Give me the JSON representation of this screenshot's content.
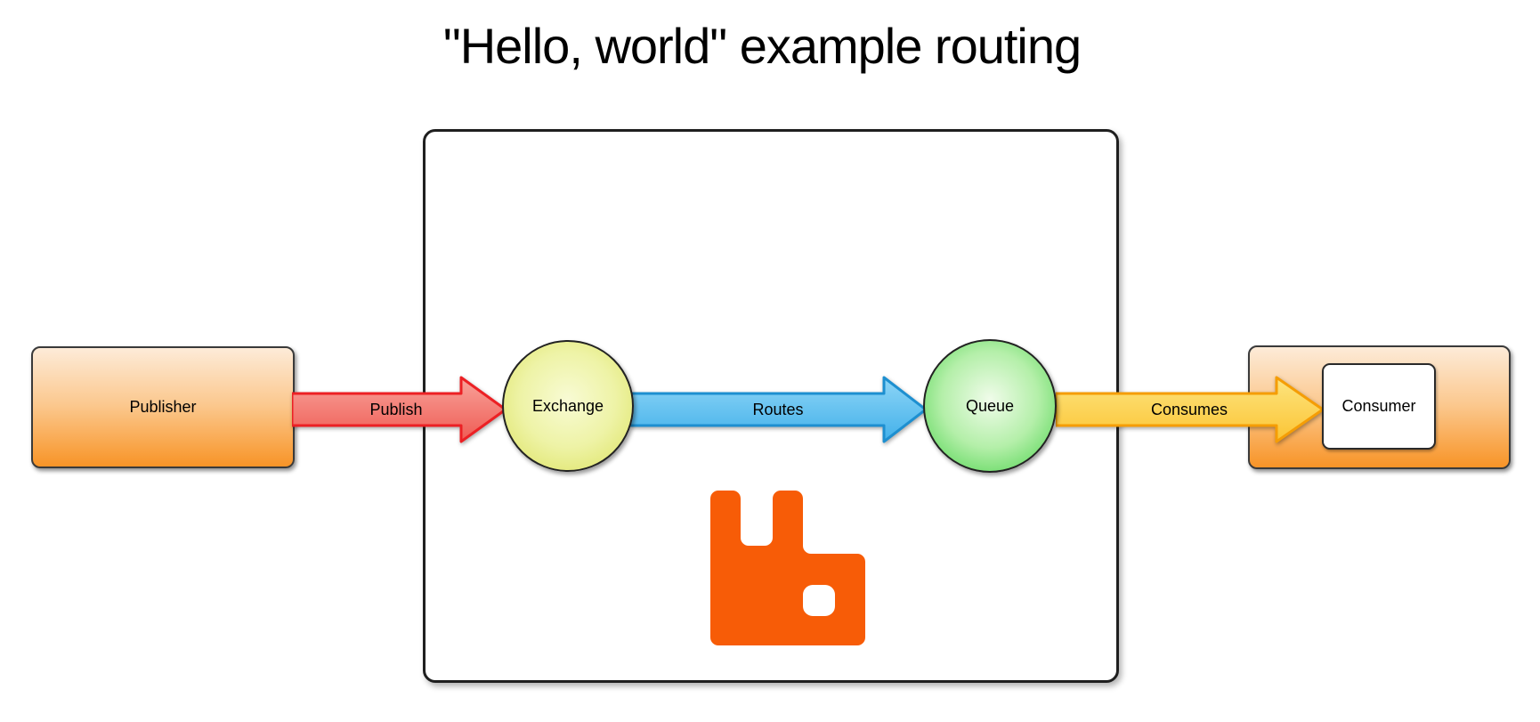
{
  "title": "\"Hello, world\" example routing",
  "nodes": {
    "publisher": {
      "label": "Publisher"
    },
    "exchange": {
      "label": "Exchange"
    },
    "queue": {
      "label": "Queue"
    },
    "consumer": {
      "label": "Consumer"
    }
  },
  "arrows": {
    "publish": {
      "label": "Publish",
      "fill_top": "#f8a29a",
      "fill_bottom": "#ef5a52",
      "stroke": "#ec2024"
    },
    "routes": {
      "label": "Routes",
      "fill_top": "#8ed5f6",
      "fill_bottom": "#41b0ea",
      "stroke": "#1d8fd0"
    },
    "consumes": {
      "label": "Consumes",
      "fill_top": "#fde47f",
      "fill_bottom": "#fbc433",
      "stroke": "#f59d05"
    }
  },
  "logo": {
    "name": "rabbitmq-logo",
    "color": "#f75c07"
  },
  "colors": {
    "box_gradient_top": "#fdebd8",
    "box_gradient_bottom": "#f89427",
    "exchange_center": "#f8fbd4",
    "exchange_edge": "#dbe15c",
    "queue_center": "#f0fcea",
    "queue_edge": "#44d046",
    "broker_border": "#1f1f1f",
    "text": "#000000"
  }
}
